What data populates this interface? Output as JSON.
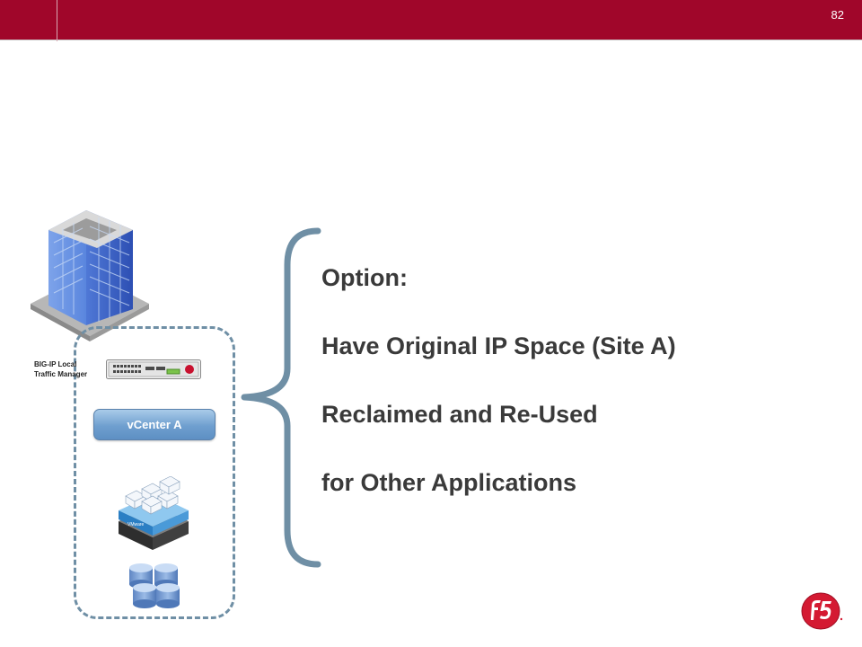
{
  "header": {
    "slide_number": "82"
  },
  "diagram": {
    "device_label_line1": "BIG-IP Local",
    "device_label_line2": "Traffic Manager",
    "vcenter_label": "vCenter A",
    "icons": [
      "office-building-icon",
      "bigip-appliance-icon",
      "vmware-cluster-icon",
      "database-icon",
      "f5-logo-icon"
    ]
  },
  "content": {
    "lines": [
      "Option:",
      "Have Original IP Space (Site A)",
      "Reclaimed and Re-Used",
      "for Other Applications"
    ]
  },
  "colors": {
    "header_bar": "#a0062a",
    "brace": "#6f8fa5",
    "dashed_border": "#6f8fa5",
    "vcenter_button": "#6f9fcf",
    "text": "#3a3a3a"
  }
}
